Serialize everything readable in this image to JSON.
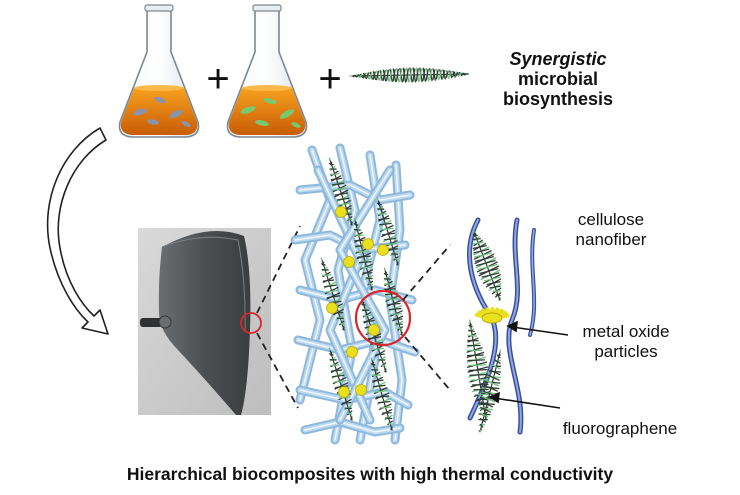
{
  "title": {
    "emphasis": "Synergistic",
    "rest_line1": " microbial",
    "line2": "biosynthesis"
  },
  "labels": {
    "cellulose_line1": "cellulose",
    "cellulose_line2": "nanofiber",
    "metal_line1": "metal oxide",
    "metal_line2": "particles",
    "fluorographene": "fluorographene"
  },
  "caption": "Hierarchical biocomposites with high thermal conductivity",
  "colors": {
    "culture_medium": "#e8860f",
    "flask_glass": "#dfe6ea",
    "graphene_dark": "#2f3d33",
    "graphene_light": "#6fbf7d",
    "fiber": "#4f66b4",
    "fiber_light": "#bcd9f0",
    "particle": "#e9df1c",
    "highlight_circle": "#d8262a",
    "film": "#55585a"
  },
  "operators": [
    "+",
    "+"
  ]
}
